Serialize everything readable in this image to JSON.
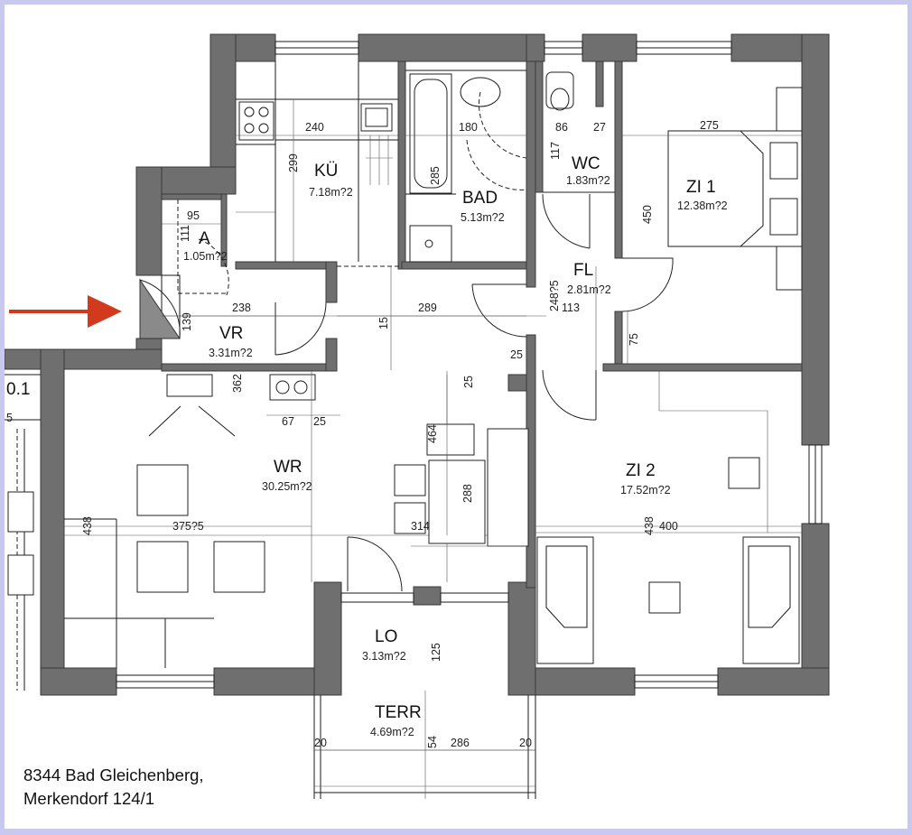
{
  "rooms": {
    "kueche": {
      "name": "KÜ",
      "area": "7.18m?2"
    },
    "bad": {
      "name": "BAD",
      "area": "5.13m?2"
    },
    "wc": {
      "name": "WC",
      "area": "1.83m?2"
    },
    "zi1": {
      "name": "ZI 1",
      "area": "12.38m?2"
    },
    "abst": {
      "name": "A",
      "area": "1.05m?2"
    },
    "fl": {
      "name": "FL",
      "area": "2.81m?2"
    },
    "vr": {
      "name": "VR",
      "area": "3.31m?2"
    },
    "wr": {
      "name": "WR",
      "area": "30.25m?2"
    },
    "zi2": {
      "name": "ZI 2",
      "area": "17.52m?2"
    },
    "lo": {
      "name": "LO",
      "area": "3.13m?2"
    },
    "terr": {
      "name": "TERR",
      "area": "4.69m?2"
    },
    "neighbor": {
      "name": "0.1"
    }
  },
  "dims": {
    "d240": "240",
    "d180": "180",
    "d86": "86",
    "d27": "27",
    "d275": "275",
    "d299": "299",
    "d285": "285",
    "d117": "117",
    "d450": "450",
    "d95": "95",
    "d111": "111",
    "d238": "238",
    "d289": "289",
    "d139": "139",
    "d15": "15",
    "d248": "248?5",
    "d113": "113",
    "d25a": "25",
    "d25b": "25",
    "d75": "75",
    "d362": "362",
    "d67": "67",
    "d25c": "25",
    "d464": "464",
    "d288": "288",
    "d438a": "438",
    "d375": "375?5",
    "d314": "314",
    "d438b": "438",
    "d400": "400",
    "d125": "125",
    "d20a": "20",
    "d54": "54",
    "d286": "286",
    "d20b": "20",
    "d5": "5"
  },
  "entrance_arrow_color": "#d23a1e",
  "address": {
    "line1": "8344 Bad Gleichenberg,",
    "line2": "Merkendorf 124/1"
  }
}
